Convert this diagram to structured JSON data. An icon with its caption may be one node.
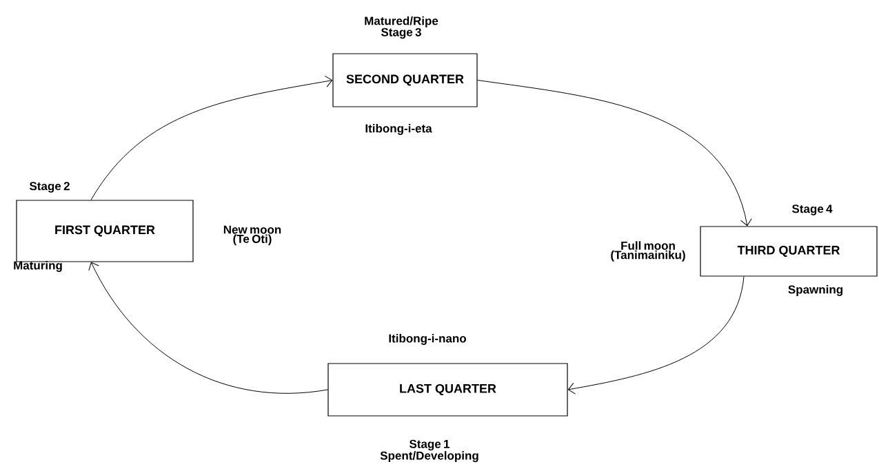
{
  "diagram": {
    "nodes": [
      {
        "text": [
          "SECOND QUARTER"
        ],
        "beside": [
          "Matured/Ripe Stage 3",
          "Itibong-i-eta"
        ]
      },
      {
        "text": [
          "FIRST QUARTER"
        ],
        "beside": [
          "Stage 2",
          "Maturing",
          "New moon (Te Oti)"
        ]
      },
      {
        "text": [
          "THIRD QUARTER"
        ],
        "beside": [
          "Stage 4",
          "Spawning",
          "Full moon (Tanimainiku)"
        ]
      },
      {
        "text": [
          "LAST QUARTER"
        ],
        "beside": [
          "Itibong-i-nano",
          "Stage 1 Spent/Developing"
        ]
      }
    ],
    "edges": [
      {
        "from": 1,
        "to": 0,
        "arrow": "to"
      },
      {
        "from": 0,
        "to": 2,
        "arrow": "to"
      },
      {
        "from": 2,
        "to": 3,
        "arrow": "to"
      },
      {
        "from": 3,
        "to": 1,
        "arrow": "to"
      }
    ]
  }
}
